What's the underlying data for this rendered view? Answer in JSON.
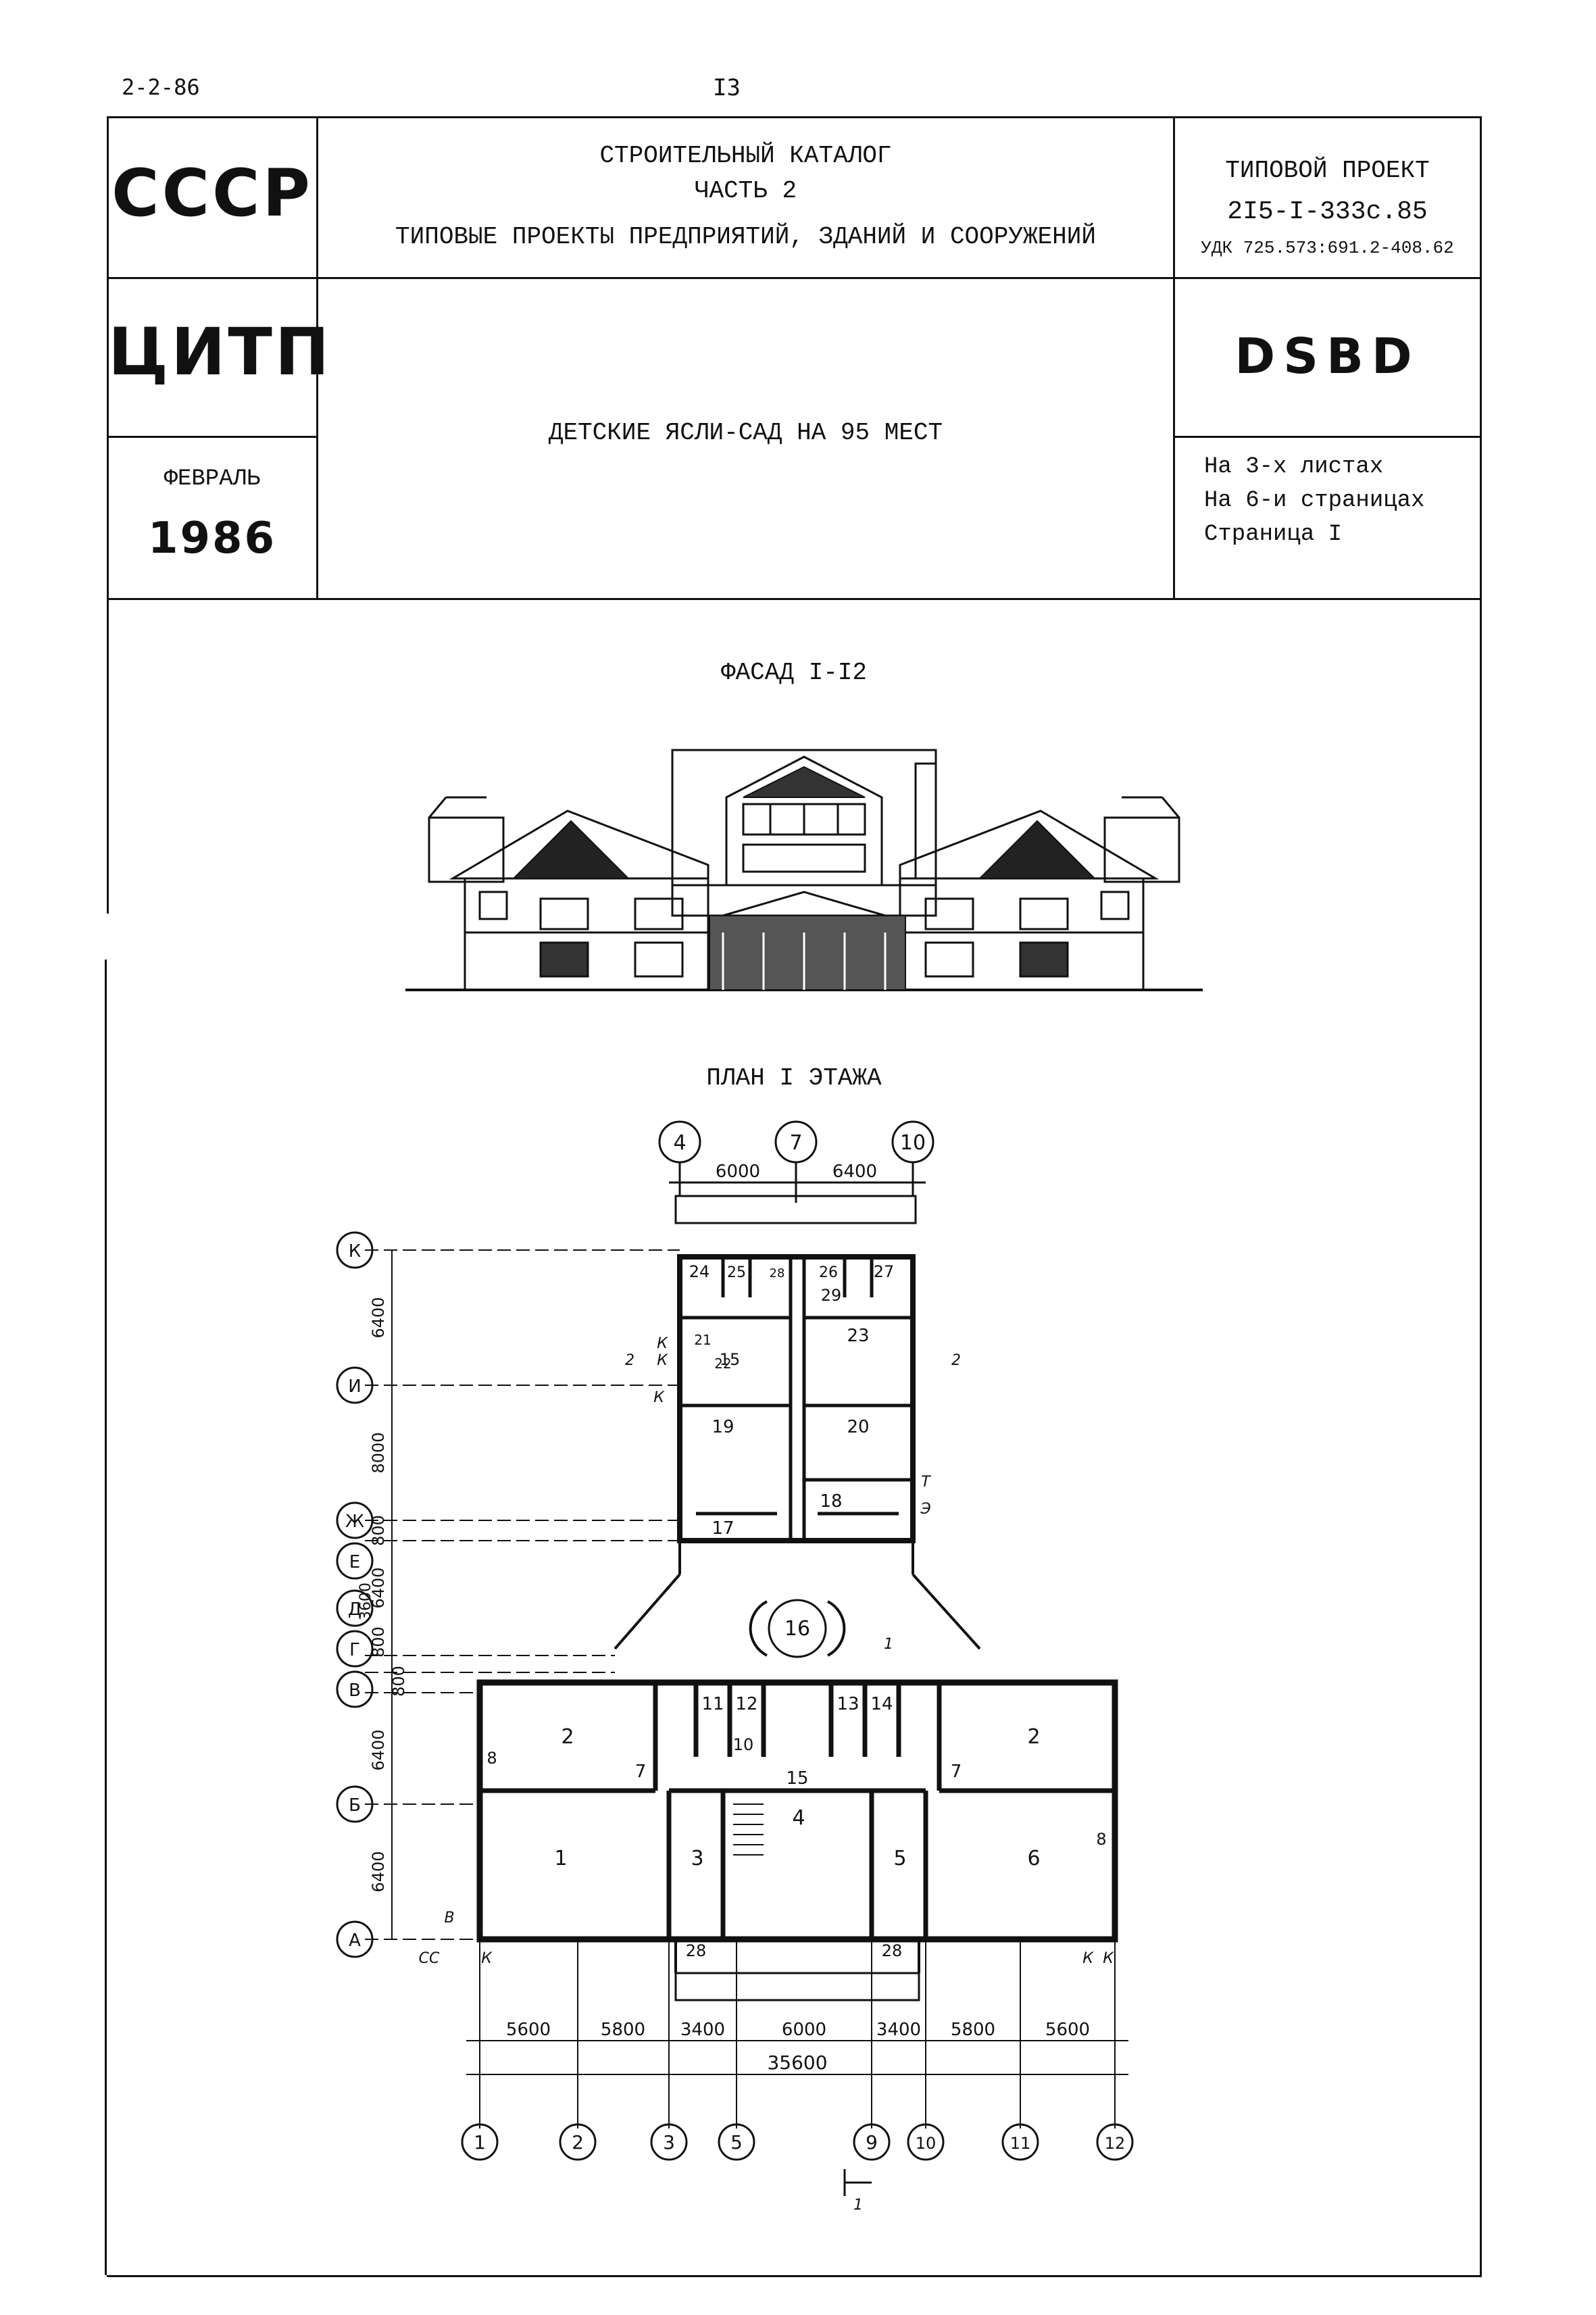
{
  "page_marker": "2-2-86",
  "page_number": "I3",
  "header": {
    "country": "СССР",
    "org": "ЦИТП",
    "date_month": "ФЕВРАЛЬ",
    "date_year": "1986",
    "catalog_line1": "СТРОИТЕЛЬНЫЙ КАТАЛОГ",
    "catalog_line2": "ЧАСТЬ 2",
    "catalog_line3": "ТИПОВЫЕ ПРОЕКТЫ ПРЕДПРИЯТИЙ, ЗДАНИЙ И СООРУЖЕНИЙ",
    "project_label": "ТИПОВОЙ ПРОЕКТ",
    "project_number": "2I5-I-333с.85",
    "udk": "УДК 725.573:691.2-408.62",
    "doc_title": "ДЕТСКИЕ ЯСЛИ-САД НА 95 МЕСТ",
    "code": "DSBD",
    "sheets": "На 3-х листах",
    "pages": "На 6-и страницах",
    "page": "Страница I"
  },
  "facade_title": "ФАСАД I-I2",
  "plan_title": "ПЛАН I ЭТАЖА",
  "plan": {
    "top_axes": [
      "4",
      "7",
      "10"
    ],
    "top_dims": [
      "6000",
      "6400"
    ],
    "bottom_axes": [
      "1",
      "2",
      "3",
      "5",
      "9",
      "10",
      "11",
      "12"
    ],
    "bottom_dims": [
      "5600",
      "5800",
      "3400",
      "6000",
      "3400",
      "5800",
      "5600"
    ],
    "total_dim": "35600",
    "left_axes": [
      "К",
      "И",
      "Ж",
      "Е",
      "Д",
      "Г",
      "В",
      "Б",
      "А"
    ],
    "left_dims": [
      "6400",
      "8000",
      "800",
      "6400",
      "800",
      "800",
      "6400",
      "6400"
    ],
    "left_dim_extra": "3600",
    "rooms": [
      "1",
      "2",
      "2",
      "3",
      "4",
      "5",
      "6",
      "7",
      "7",
      "8",
      "8",
      "10",
      "11",
      "12",
      "13",
      "14",
      "15",
      "15",
      "16",
      "17",
      "18",
      "19",
      "20",
      "21",
      "22",
      "23",
      "24",
      "25",
      "26",
      "27",
      "28",
      "28",
      "28",
      "29"
    ],
    "marks": [
      "К",
      "К",
      "К",
      "К",
      "К",
      "К",
      "В",
      "Т",
      "Э",
      "СС",
      "2",
      "2",
      "1",
      "1"
    ]
  }
}
